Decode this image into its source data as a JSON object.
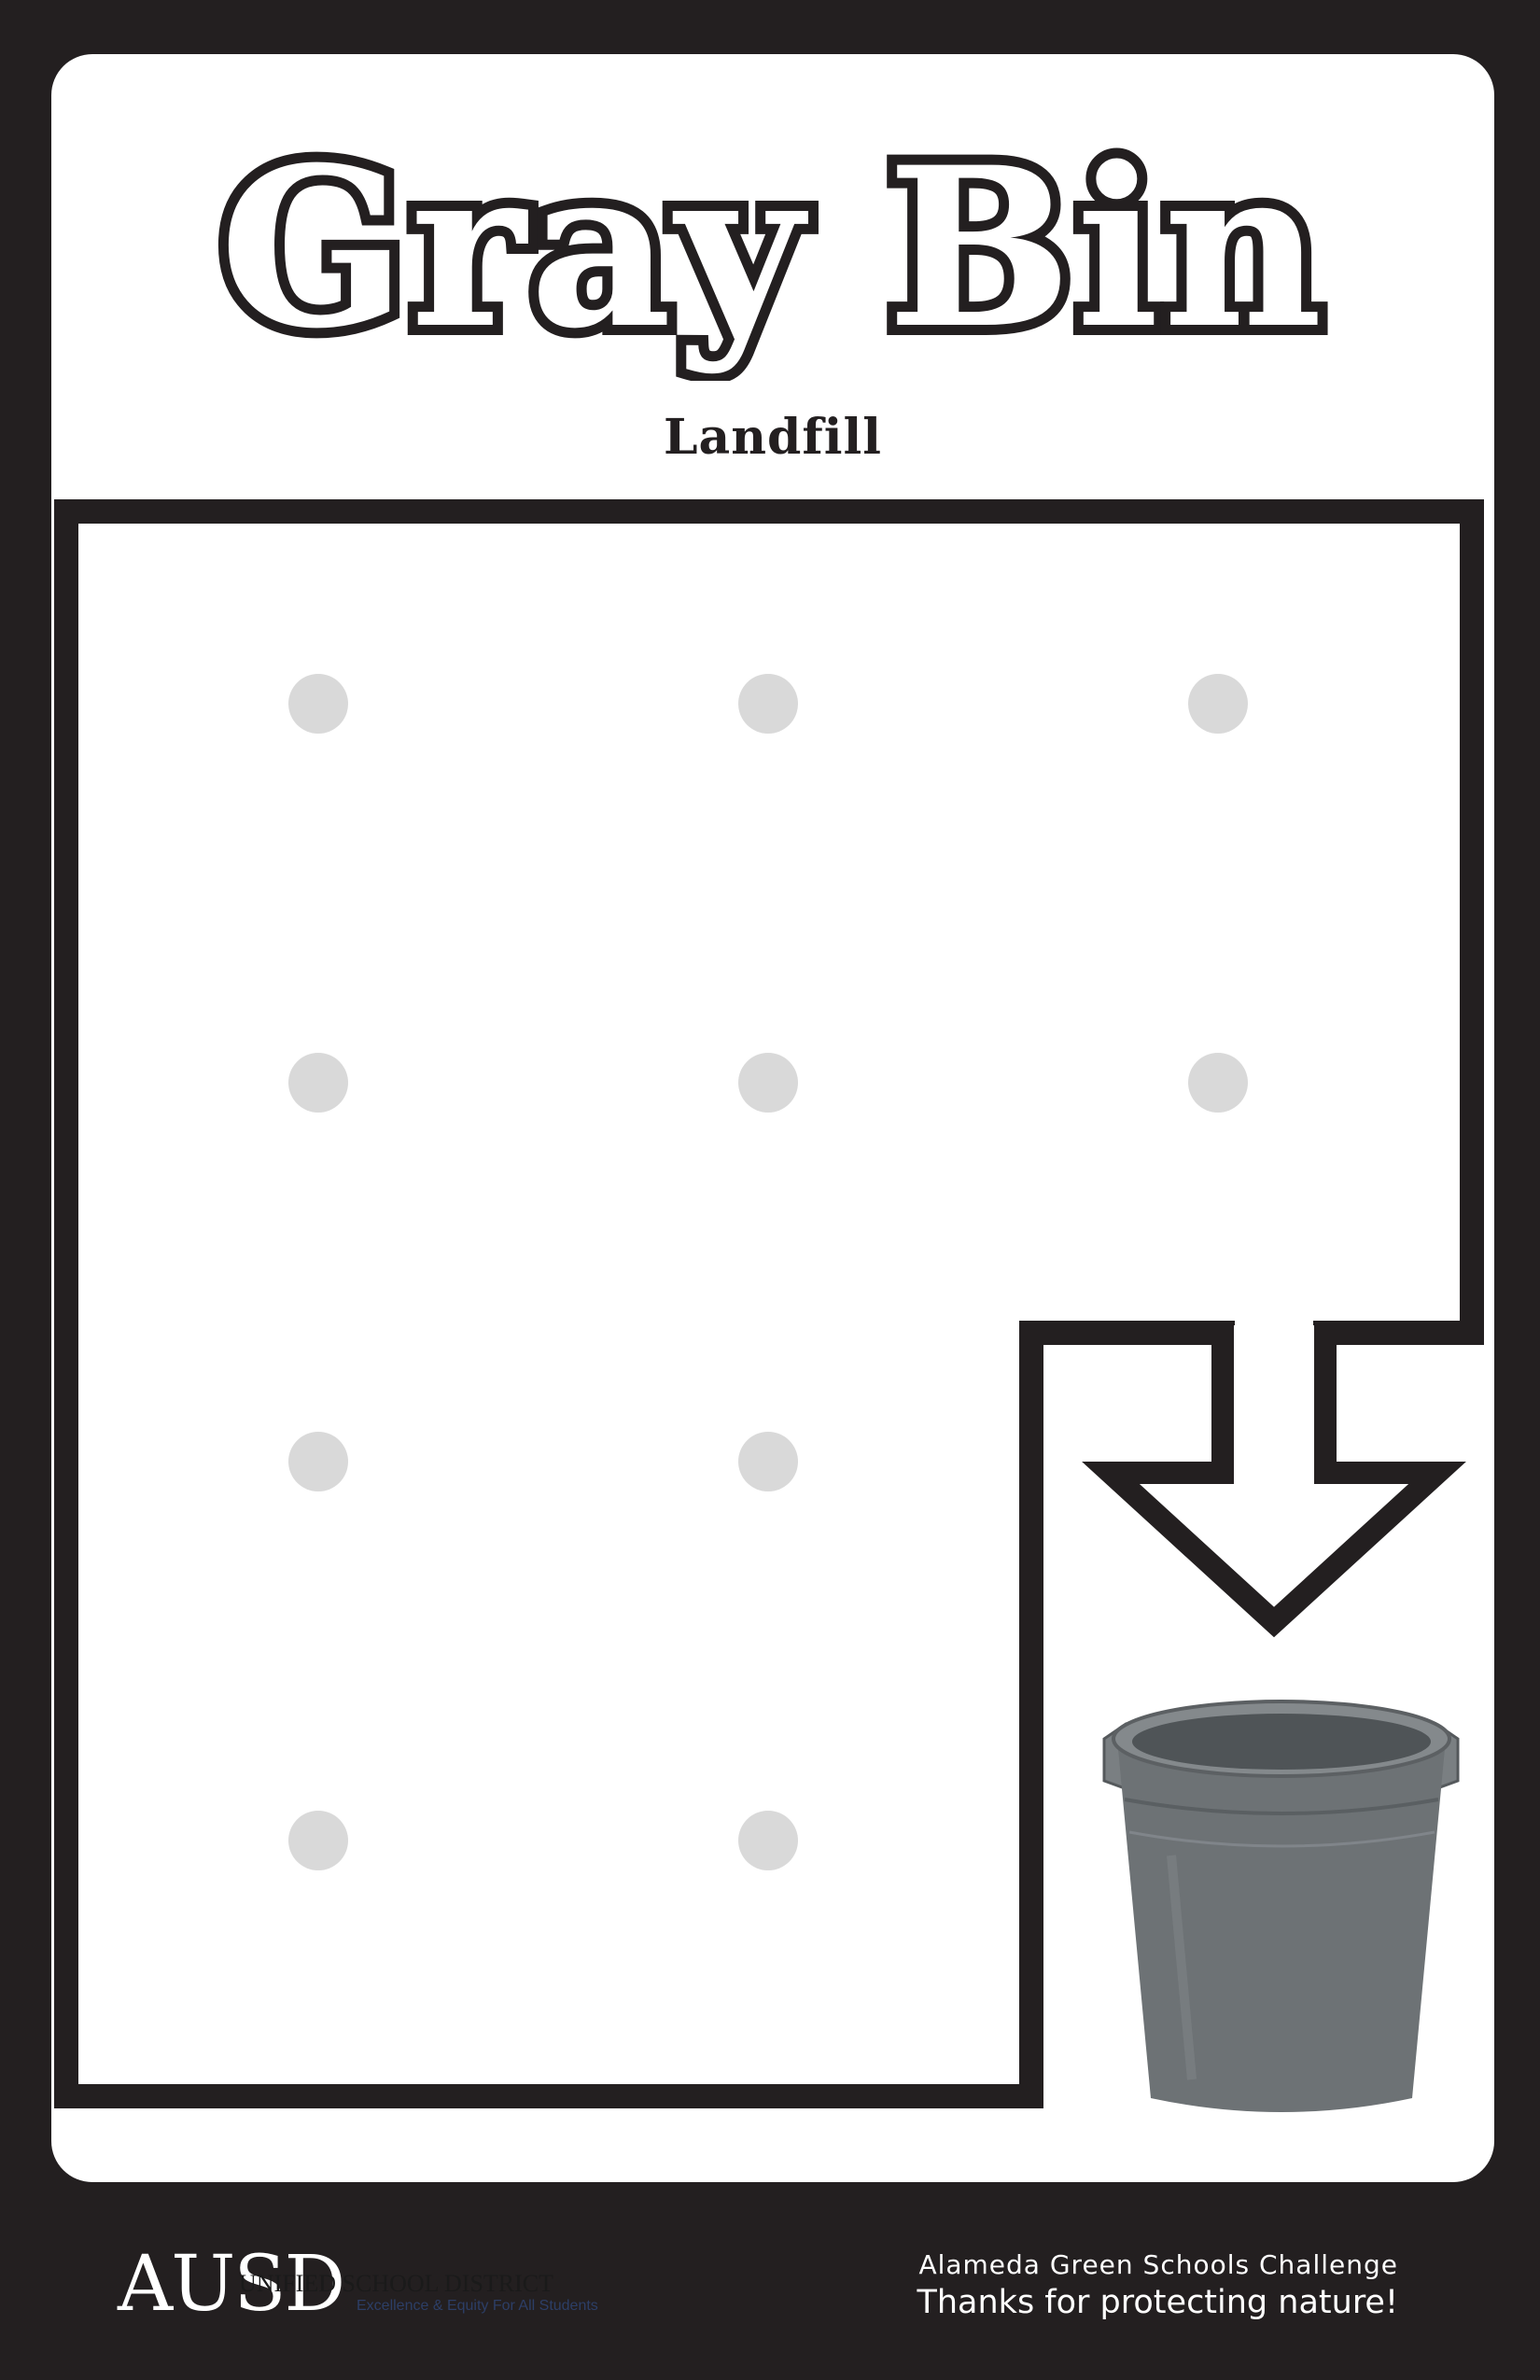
{
  "poster": {
    "title": "Gray Bin",
    "subtitle": "Landfill"
  },
  "board": {
    "slot_rows": [
      3,
      3,
      2,
      2
    ],
    "slot_color": "#d9d9d9"
  },
  "bin_image": {
    "icon": "gray-trash-can-icon",
    "body_color": "#6d7275"
  },
  "arrow": {
    "icon": "down-arrow-icon"
  },
  "footer": {
    "logo_text": "AUSD",
    "district_text": "UNIFIED SCHOOL DISTRICT",
    "motto": "Excellence & Equity For All Students",
    "challenge": "Alameda Green Schools Challenge",
    "thanks": "Thanks for protecting nature!"
  },
  "colors": {
    "background": "#231f20",
    "card": "#ffffff",
    "text": "#231f20"
  }
}
